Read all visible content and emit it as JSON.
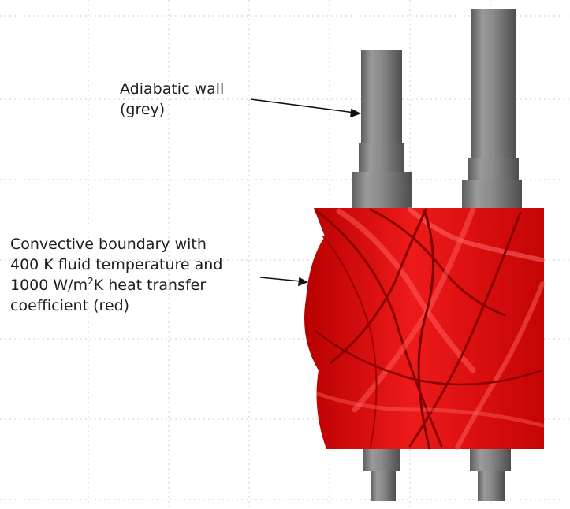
{
  "annotations": {
    "adiabatic": {
      "line1": "Adiabatic wall",
      "line2": "(grey)"
    },
    "convective": {
      "line1": "Convective boundary with",
      "line2": "400 K fluid temperature and",
      "line3_prefix": "1000 W/m",
      "line3_sup": "2",
      "line3_suffix": "K heat transfer",
      "line4": "coefficient (red)"
    }
  },
  "colors": {
    "shaft_grey": "#808080",
    "rotor_red": "#e00d0d",
    "grid_dot": "#c9c9c9",
    "text": "#1e1e1e"
  },
  "icons": {
    "rotor_pair": "twin-screw-rotors",
    "arrow": "leader-arrow"
  }
}
